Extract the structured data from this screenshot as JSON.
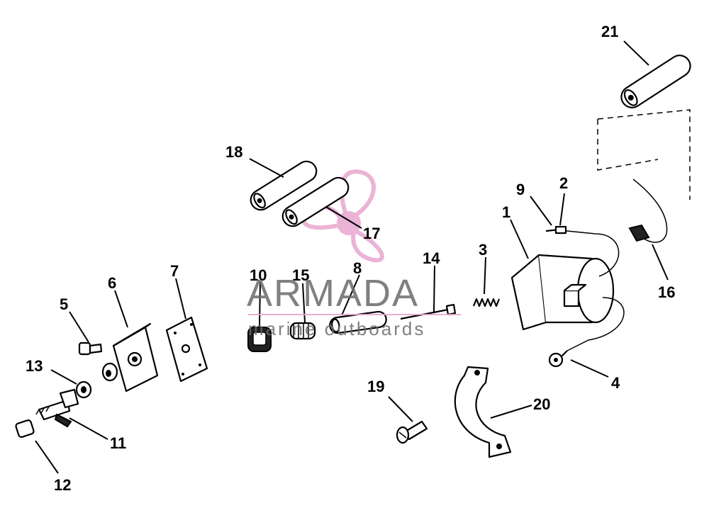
{
  "diagram": {
    "callouts": [
      {
        "id": "c1",
        "label": "1"
      },
      {
        "id": "c2",
        "label": "2"
      },
      {
        "id": "c3",
        "label": "3"
      },
      {
        "id": "c4",
        "label": "4"
      },
      {
        "id": "c5",
        "label": "5"
      },
      {
        "id": "c6",
        "label": "6"
      },
      {
        "id": "c7",
        "label": "7"
      },
      {
        "id": "c8",
        "label": "8"
      },
      {
        "id": "c9",
        "label": "9"
      },
      {
        "id": "c10",
        "label": "10"
      },
      {
        "id": "c11",
        "label": "11"
      },
      {
        "id": "c12",
        "label": "12"
      },
      {
        "id": "c13",
        "label": "13"
      },
      {
        "id": "c14",
        "label": "14"
      },
      {
        "id": "c15",
        "label": "15"
      },
      {
        "id": "c16",
        "label": "16"
      },
      {
        "id": "c17",
        "label": "17"
      },
      {
        "id": "c18",
        "label": "18"
      },
      {
        "id": "c19",
        "label": "19"
      },
      {
        "id": "c20",
        "label": "20"
      },
      {
        "id": "c21",
        "label": "21"
      }
    ]
  },
  "watermark": {
    "brand": "ARMADA",
    "tagline": "marine outboards",
    "accent_color": "#e8a6cf",
    "text_color": "#6b6b6b"
  }
}
